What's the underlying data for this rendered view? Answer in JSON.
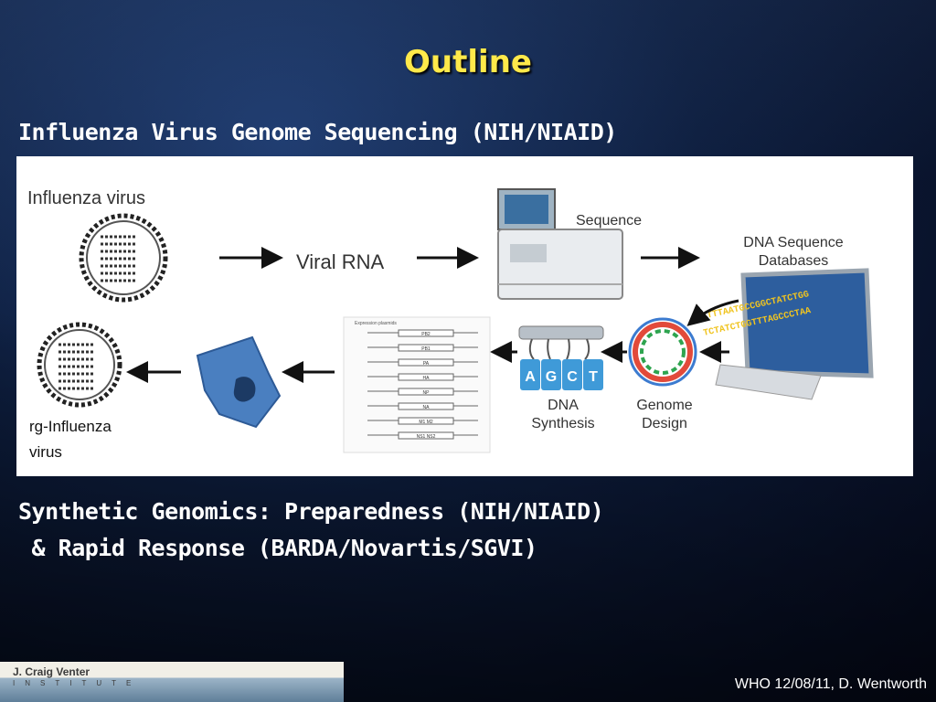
{
  "slide": {
    "title": "Outline",
    "heading1": "Influenza Virus Genome Sequencing (NIH/NIAID)",
    "heading2_line1": "Synthetic Genomics: Preparedness (NIH/NIAID)",
    "heading2_line2": " & Rapid Response (BARDA/Novartis/SGVI)",
    "footer": "WHO 12/08/11, D. Wentworth"
  },
  "diagram": {
    "influenza_virus": "Influenza virus",
    "viral_rna": "Viral RNA",
    "sequence": "Sequence",
    "dna_db_line1": "DNA Sequence",
    "dna_db_line2": "Databases",
    "genome_design_line1": "Genome",
    "genome_design_line2": "Design",
    "dna_synthesis_line1": "DNA",
    "dna_synthesis_line2": "Synthesis",
    "rg_virus_line1": "rg-Influenza",
    "rg_virus_line2": "virus",
    "bases": [
      "A",
      "G",
      "C",
      "T"
    ],
    "plasmid_header": "Expression plasmids",
    "plasmids": [
      "PB2",
      "PB1",
      "PA",
      "HA",
      "NP",
      "NA",
      "M1 M2",
      "NS1 NS2"
    ],
    "screen_seq_1": "ATTTAATGCCGGCTATCTGG",
    "screen_seq_2": "TCTATCTGGTTTAGCCCTAA"
  },
  "logo": {
    "name": "J. Craig Venter",
    "sub": "INSTITUTE"
  },
  "colors": {
    "title": "#ffe94a",
    "cell": "#4a7fc0",
    "vial": "#3f9ad8"
  }
}
